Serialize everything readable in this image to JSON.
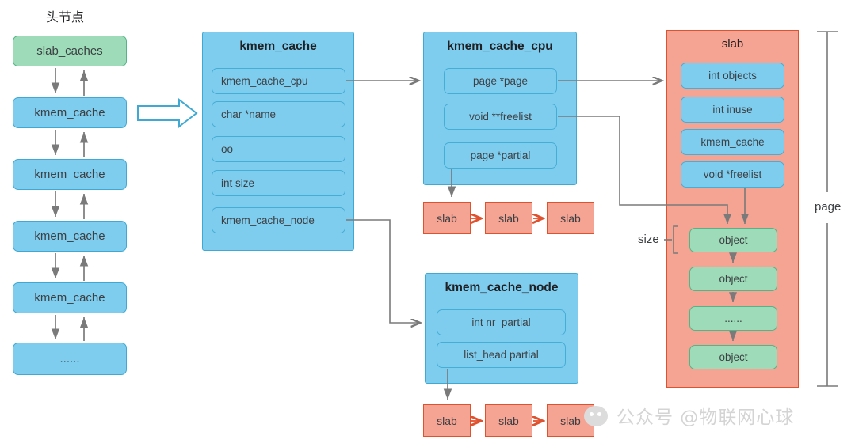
{
  "diagram": {
    "title_head_node": "头节点",
    "watermark": "公众号 @物联网心球",
    "colors": {
      "blue_fill": "#7fcdee",
      "blue_border": "#3fa9d4",
      "green_fill": "#9edcb9",
      "green_border": "#55b487",
      "salmon_fill": "#f5a393",
      "salmon_border": "#e0512e",
      "arrow_gray": "#7a7a7a",
      "arrow_red": "#e0512e"
    },
    "list_column": {
      "head": "slab_caches",
      "items": [
        "kmem_cache",
        "kmem_cache",
        "kmem_cache",
        "kmem_cache",
        "......"
      ]
    },
    "kmem_cache": {
      "title": "kmem_cache",
      "fields": [
        "kmem_cache_cpu",
        "char *name",
        "oo",
        "int size",
        "kmem_cache_node"
      ]
    },
    "kmem_cache_cpu": {
      "title": "kmem_cache_cpu",
      "fields": [
        "page *page",
        "void **freelist",
        "page *partial"
      ],
      "slab_chain": [
        "slab",
        "slab",
        "slab"
      ]
    },
    "kmem_cache_node": {
      "title": "kmem_cache_node",
      "fields": [
        "int nr_partial",
        "list_head partial"
      ],
      "slab_chain": [
        "slab",
        "slab",
        "slab"
      ]
    },
    "slab": {
      "title": "slab",
      "fields": [
        "int objects",
        "int inuse",
        "kmem_cache",
        "void *freelist"
      ],
      "objects": [
        "object",
        "object",
        "......",
        "object"
      ],
      "annotations": {
        "size": "size",
        "page": "page"
      }
    }
  }
}
